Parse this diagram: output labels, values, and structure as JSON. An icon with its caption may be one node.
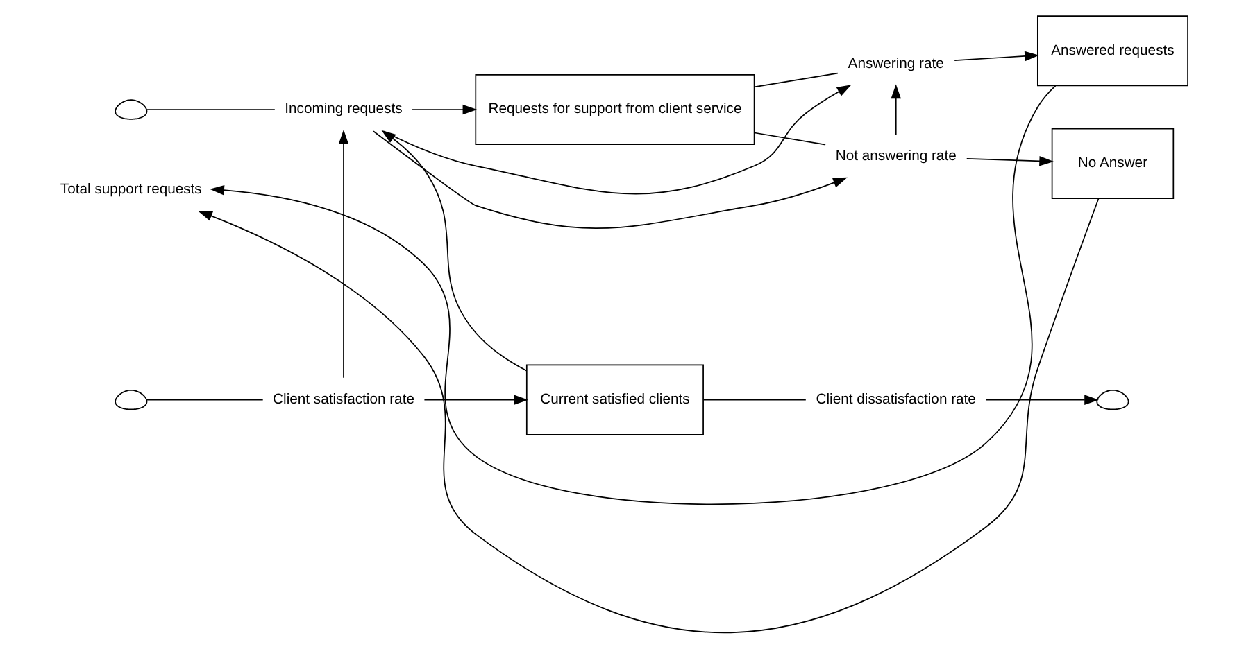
{
  "diagram": {
    "nodes": [
      {
        "text": [],
        "shape": "cloud"
      },
      {
        "text": [
          "Incoming requests"
        ]
      },
      {
        "text": [
          "Requests for support from client service"
        ]
      },
      {
        "text": [
          "Answering rate"
        ]
      },
      {
        "text": [
          "Answered requests"
        ]
      },
      {
        "text": [
          "Not answering rate"
        ]
      },
      {
        "text": [
          "Total support requests"
        ]
      },
      {
        "text": [
          "No Answer"
        ]
      },
      {
        "text": [],
        "shape": "cloud"
      },
      {
        "text": [
          "Client satisfaction rate"
        ]
      },
      {
        "text": [
          "Current satisfied clients"
        ]
      },
      {
        "text": [
          "Client dissatisfaction rate"
        ]
      },
      {
        "text": [],
        "shape": "cloud"
      }
    ],
    "edges": [
      {
        "from": 0,
        "to": 1,
        "arrow": "none"
      },
      {
        "from": 1,
        "to": 2,
        "arrow": "to"
      },
      {
        "from": 2,
        "to": 3,
        "arrow": "none"
      },
      {
        "from": 3,
        "to": 4,
        "arrow": "to"
      },
      {
        "from": 2,
        "to": 5,
        "arrow": "none"
      },
      {
        "from": 5,
        "to": 7,
        "arrow": "to"
      },
      {
        "from": 8,
        "to": 9,
        "arrow": "none"
      },
      {
        "from": 9,
        "to": 10,
        "arrow": "to"
      },
      {
        "from": 10,
        "to": 11,
        "arrow": "none"
      },
      {
        "from": 11,
        "to": 12,
        "arrow": "to"
      },
      {
        "from": 1,
        "to": 3,
        "arrow": "to"
      },
      {
        "from": 1,
        "to": 5,
        "arrow": "to"
      },
      {
        "from": 5,
        "to": 3,
        "arrow": "to"
      },
      {
        "from": 4,
        "to": 6,
        "arrow": "to"
      },
      {
        "from": 7,
        "to": 6,
        "arrow": "to"
      },
      {
        "from": 9,
        "to": 1,
        "arrow": "to"
      },
      {
        "from": 10,
        "to": 1,
        "arrow": "to"
      }
    ]
  }
}
